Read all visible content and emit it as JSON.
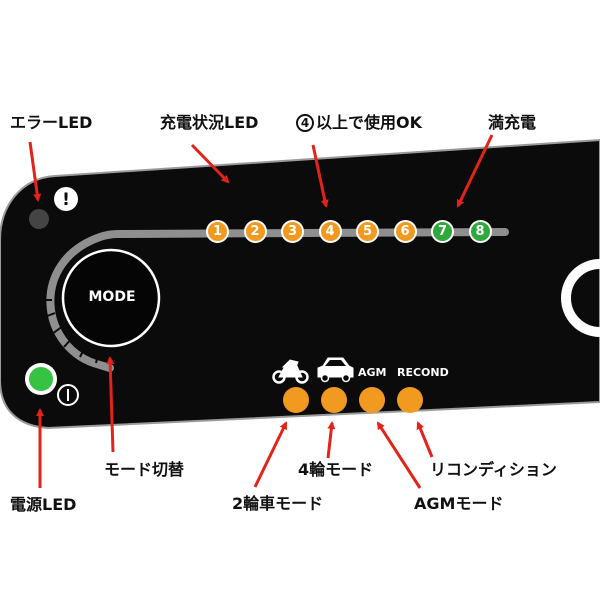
{
  "colors": {
    "panel": "#0b0b0b",
    "charging_led": "#f29a1f",
    "full_led": "#2fa83c",
    "power_led": "#36c243",
    "error_led": "#444444",
    "arrow": "#e2231a"
  },
  "callouts": {
    "error_led": "エラーLED",
    "charge_status_led": "充電状況LED",
    "usable_prefix": "④",
    "usable_text": "以上で使用OK",
    "full_charge": "満充電",
    "mode_switch": "モード切替",
    "power_led": "電源LED",
    "bike_mode": "2輪車モード",
    "car_mode": "4輪モード",
    "agm_mode": "AGMモード",
    "recond_mode": "リコンディション"
  },
  "panel": {
    "mode_button": "MODE",
    "agm_label": "AGM",
    "recond_label": "RECOND",
    "error_icon": "!",
    "power_icon": "I"
  },
  "status_leds": [
    {
      "label": "1",
      "state": "charging"
    },
    {
      "label": "2",
      "state": "charging"
    },
    {
      "label": "3",
      "state": "charging"
    },
    {
      "label": "4",
      "state": "charging"
    },
    {
      "label": "5",
      "state": "charging"
    },
    {
      "label": "6",
      "state": "charging"
    },
    {
      "label": "7",
      "state": "full"
    },
    {
      "label": "8",
      "state": "full"
    }
  ],
  "icons": {
    "motorcycle": "motorcycle-icon",
    "car": "car-icon"
  }
}
